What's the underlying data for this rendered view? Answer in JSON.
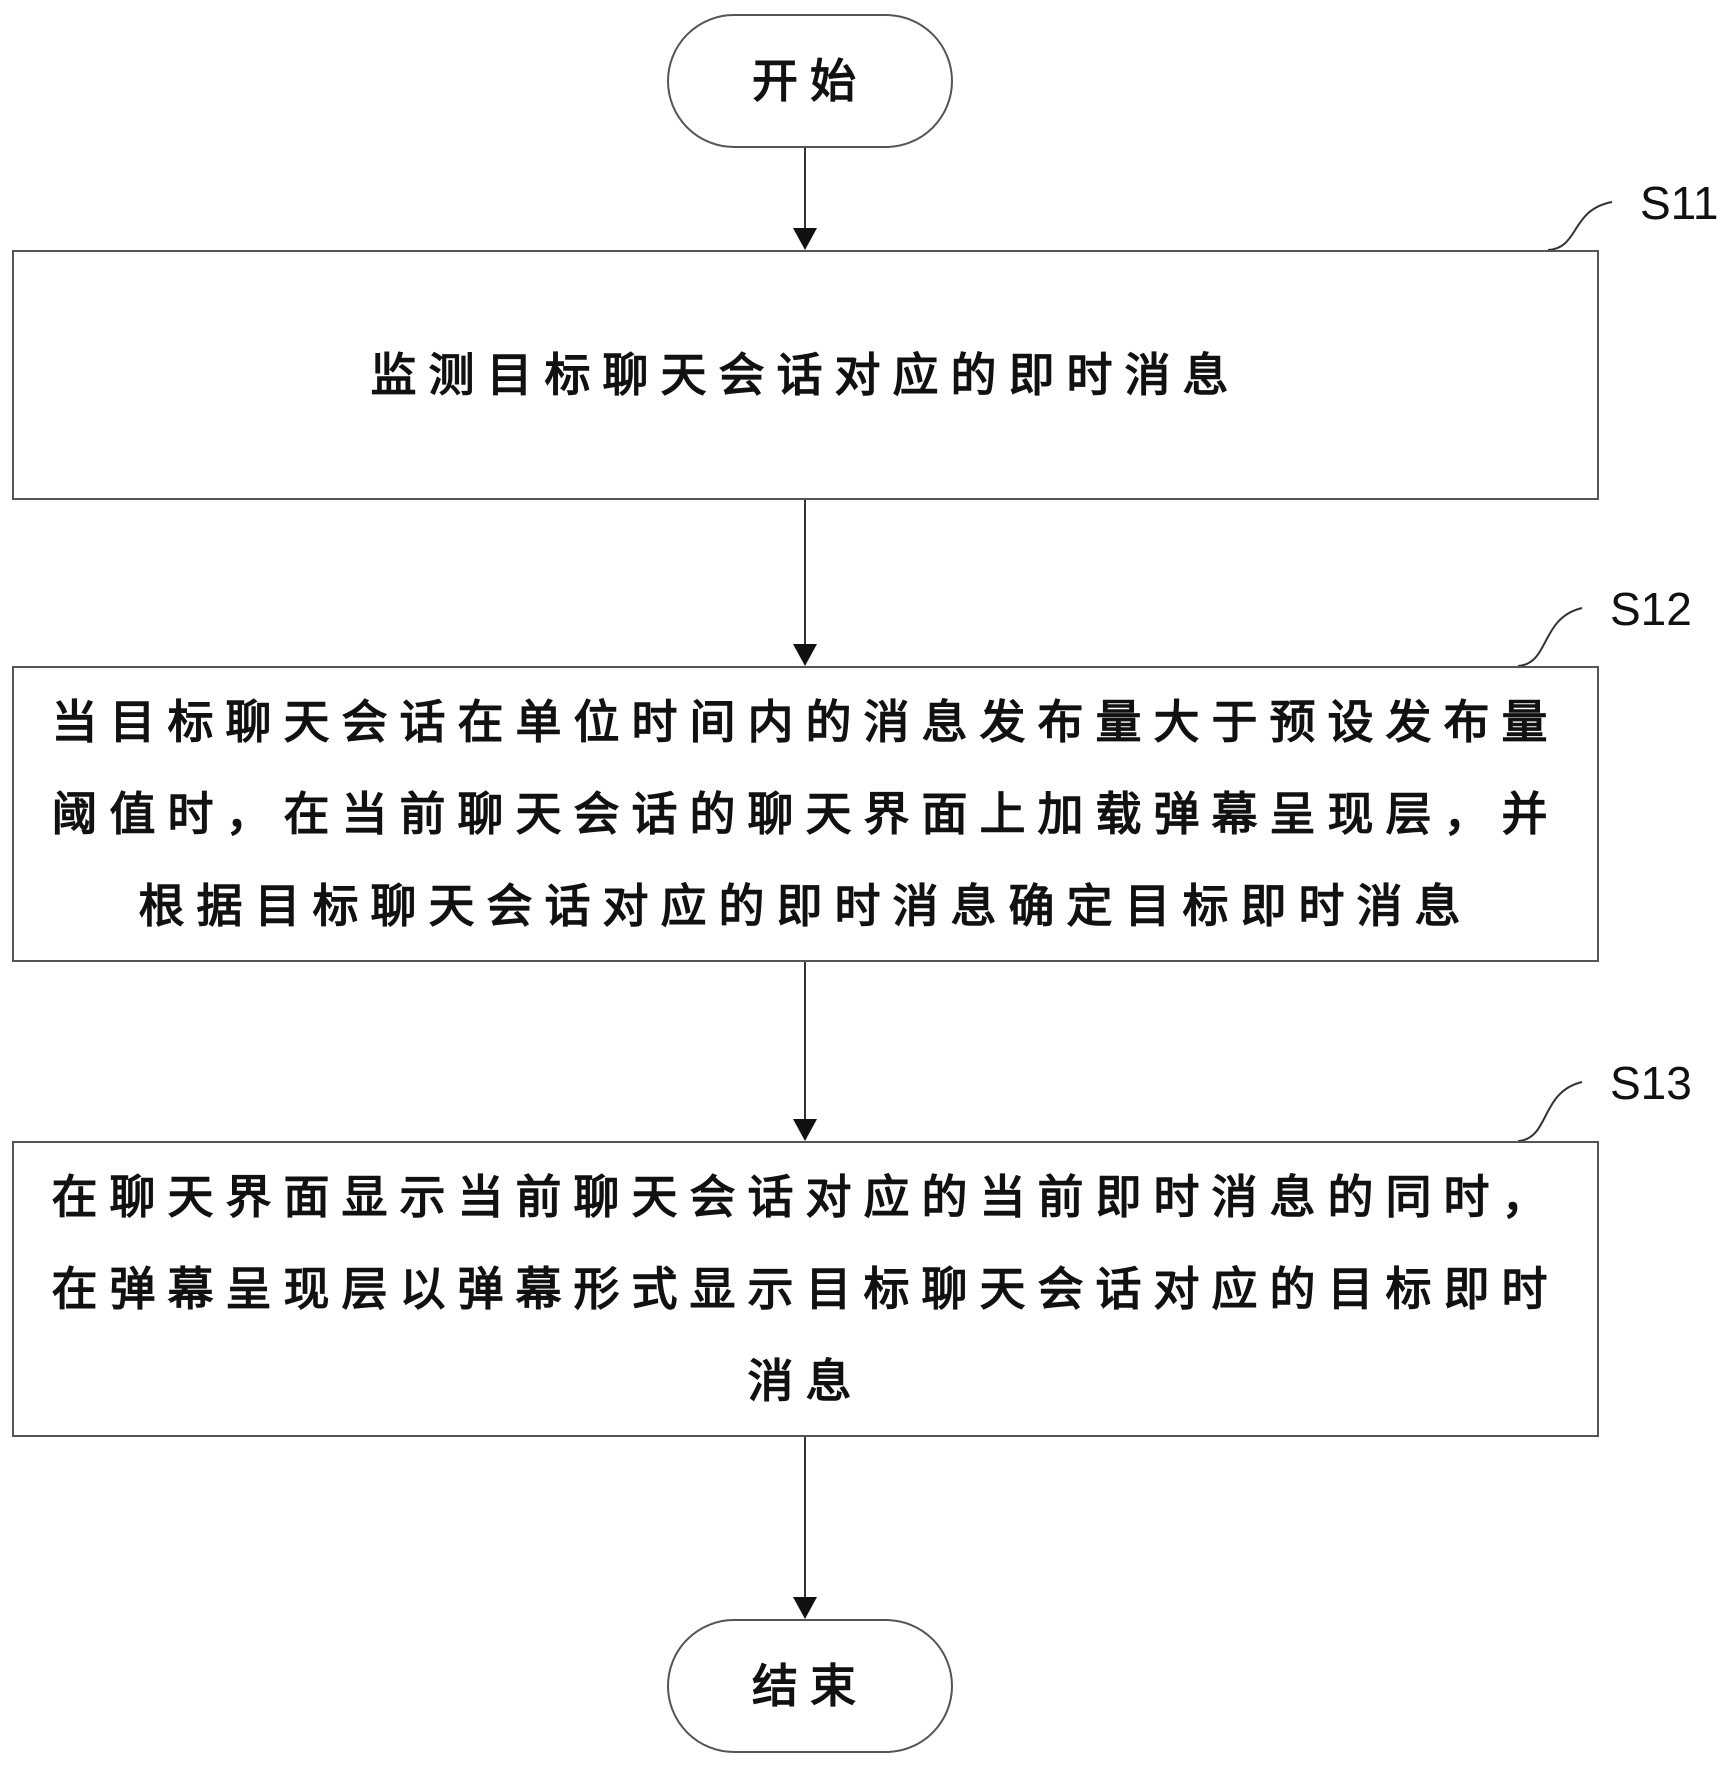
{
  "start": {
    "label": "开始"
  },
  "steps": [
    {
      "id": "S11",
      "lines": [
        "监测目标聊天会话对应的即时消息"
      ]
    },
    {
      "id": "S12",
      "lines": [
        "当目标聊天会话在单位时间内的消息发布量大于预设发布量",
        "阈值时，在当前聊天会话的聊天界面上加载弹幕呈现层，并",
        "根据目标聊天会话对应的即时消息确定目标即时消息"
      ]
    },
    {
      "id": "S13",
      "lines": [
        "在聊天界面显示当前聊天会话对应的当前即时消息的同时，",
        "在弹幕呈现层以弹幕形式显示目标聊天会话对应的目标即时",
        "消息"
      ]
    }
  ],
  "end": {
    "label": "结束"
  }
}
